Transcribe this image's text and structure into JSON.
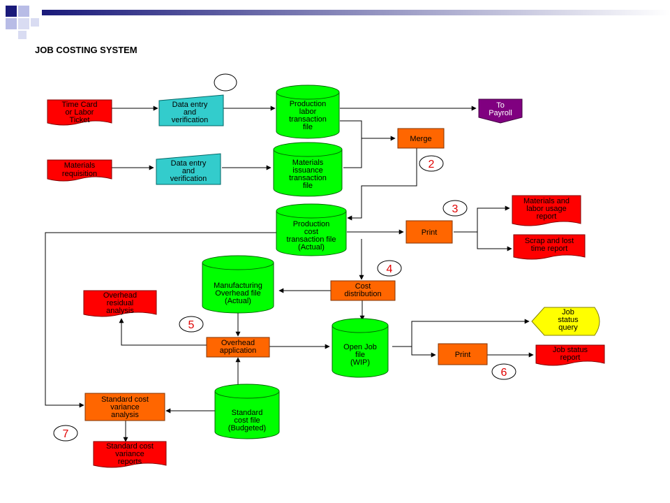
{
  "title": "JOB COSTING SYSTEM",
  "colors": {
    "doc": "#ff0000",
    "process": "#33cccc",
    "file": "#00ff00",
    "op": "#ff6600",
    "payroll": "#800080",
    "query": "#ffff00",
    "number": "#e00000"
  },
  "nodes": {
    "time_card": [
      "Time Card",
      "or Labor",
      "Ticket"
    ],
    "materials_requisition": [
      "Materials",
      "requisition"
    ],
    "data_entry_1": [
      "Data entry",
      "and",
      "verification"
    ],
    "data_entry_2": [
      "Data entry",
      "and",
      "verification"
    ],
    "production_labor_file": [
      "Production",
      "labor",
      "transaction",
      "file"
    ],
    "materials_issuance_file": [
      "Materials",
      "issuance",
      "transaction",
      "file"
    ],
    "to_payroll": [
      "To",
      "Payroll"
    ],
    "merge": [
      "Merge"
    ],
    "production_cost_file": [
      "Production",
      "cost",
      "transaction file",
      "(Actual)"
    ],
    "print_1": [
      "Print"
    ],
    "materials_labor_report": [
      "Materials and",
      "labor usage",
      "report"
    ],
    "scrap_report": [
      "Scrap and lost",
      "time report"
    ],
    "mfg_overhead_file": [
      "Manufacturing",
      "Overhead file",
      "(Actual)"
    ],
    "cost_distribution": [
      "Cost",
      "distribution"
    ],
    "overhead_residual": [
      "Overhead",
      "residual",
      "analysis"
    ],
    "overhead_application": [
      "Overhead",
      "application"
    ],
    "open_job_file": [
      "Open Job",
      "file",
      "(WIP)"
    ],
    "job_status_query": [
      "Job",
      "status",
      "query"
    ],
    "print_2": [
      "Print"
    ],
    "job_status_report": [
      "Job status",
      "report"
    ],
    "std_cost_variance": [
      "Standard cost",
      "variance",
      "analysis"
    ],
    "std_cost_file": [
      "Standard",
      "cost file",
      "(Budgeted)"
    ],
    "std_cost_reports": [
      "Standard cost",
      "variance",
      "reports"
    ]
  },
  "numbers": {
    "n2": "2",
    "n3": "3",
    "n4": "4",
    "n5": "5",
    "n6": "6",
    "n7": "7"
  }
}
